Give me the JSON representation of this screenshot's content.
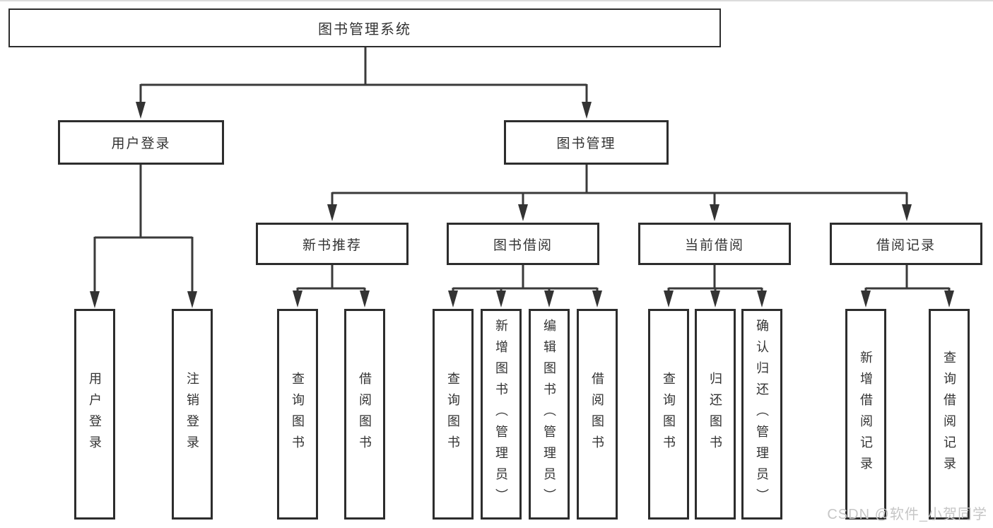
{
  "diagram": {
    "title": "图书管理系统",
    "nodes": {
      "root": "图书管理系统",
      "user_login": "用户登录",
      "book_mgmt": "图书管理",
      "new_book_rec": "新书推荐",
      "book_borrow": "图书借阅",
      "current_borrow": "当前借阅",
      "borrow_records": "借阅记录",
      "leaf_user_login": "用户登录",
      "leaf_logout": "注销登录",
      "rec_query_book": "查询图书",
      "rec_borrow_book": "借阅图书",
      "bb_query_book": "查询图书",
      "bb_add_book": "新增图书（管理员）",
      "bb_edit_book": "编辑图书（管理员）",
      "bb_borrow_book": "借阅图书",
      "cb_query_book": "查询图书",
      "cb_return_book": "归还图书",
      "cb_confirm_return": "确认归还（管理员）",
      "br_add_record": "新增借阅记录",
      "br_query_record": "查询借阅记录"
    },
    "hierarchy": {
      "图书管理系统": {
        "用户登录": [
          "用户登录",
          "注销登录"
        ],
        "图书管理": {
          "新书推荐": [
            "查询图书",
            "借阅图书"
          ],
          "图书借阅": [
            "查询图书",
            "新增图书（管理员）",
            "编辑图书（管理员）",
            "借阅图书"
          ],
          "当前借阅": [
            "查询图书",
            "归还图书",
            "确认归还（管理员）"
          ],
          "借阅记录": [
            "新增借阅记录",
            "查询借阅记录"
          ]
        }
      }
    },
    "line_color": "#3a3a3a",
    "border_color": "#2d2d2d",
    "text_color": "#333333"
  },
  "watermark": "CSDN @软件_小贺同学"
}
